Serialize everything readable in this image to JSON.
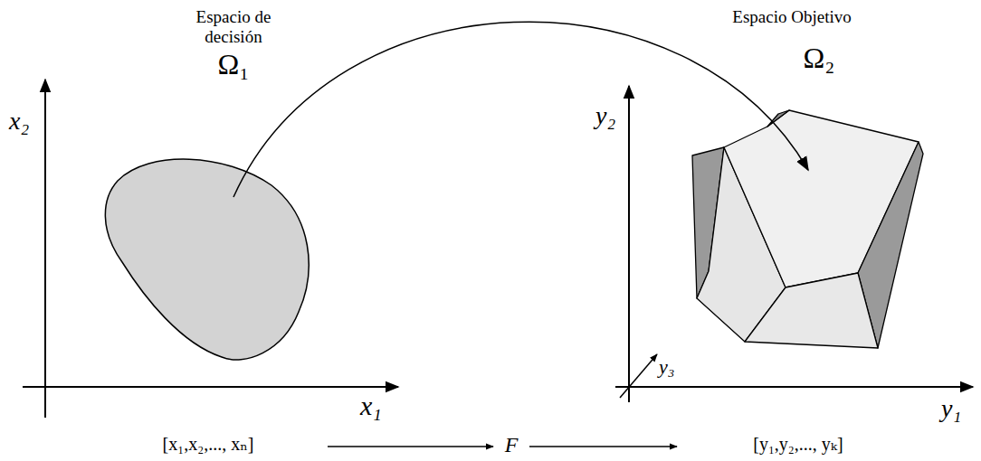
{
  "diagram": {
    "labels": [
      "Espacio de decisión",
      "Ω₁",
      "Espacio Objetivo",
      "Ω₂",
      "x₂",
      "x₁",
      "y₂",
      "y₃",
      "y₁",
      "[x₁,x₂,..., xₙ]",
      "F",
      "[y₁,y₂,..., yₖ]"
    ]
  }
}
